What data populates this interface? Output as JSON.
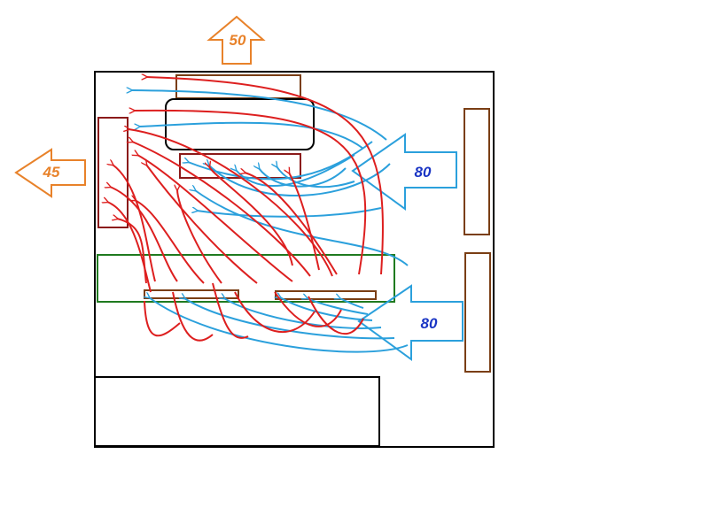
{
  "colors": {
    "outflow_arrow": "#e8822a",
    "inflow_arrow": "#2ba0dc",
    "inflow_label": "#1a35c4",
    "hot_air_flow": "#dd1f1f",
    "cold_air_flow": "#2ba0dc",
    "room_wall": "#000000",
    "cabinet_outline": "#7a3e14",
    "radiator_outline": "#8b1a1a",
    "table_outline": "#1f7a1f"
  },
  "arrows": {
    "top_outflow": {
      "label": "50"
    },
    "left_outflow": {
      "label": "45"
    },
    "right_inflow_upper": {
      "label": "80"
    },
    "right_inflow_lower": {
      "label": "80"
    }
  }
}
